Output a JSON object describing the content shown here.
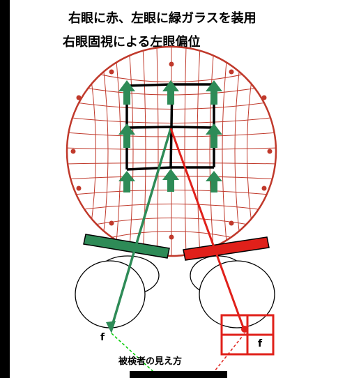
{
  "title_line1": "右眼に赤、左眼に緑ガラスを装用",
  "title_line2": "右眼固視による左眼偏位",
  "observer_label": "被検者の見え方",
  "fixation_label_left": "f",
  "fixation_label_right": "f",
  "colors": {
    "green": "#2e8b57",
    "red": "#e0201a",
    "grid_red": "#c0392b",
    "black": "#000000"
  }
}
